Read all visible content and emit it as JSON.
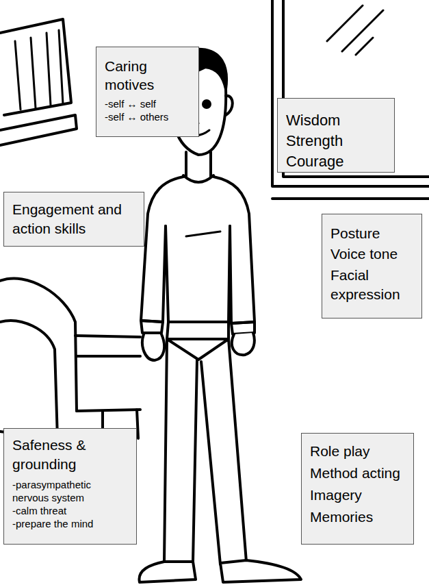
{
  "diagram": {
    "nodes": [
      {
        "text": [
          "Caring motives",
          "-self ↔ self",
          "-self ↔ others"
        ]
      },
      {
        "text": [
          "Wisdom",
          "Strength",
          "Courage"
        ]
      },
      {
        "text": [
          "Engagement and action skills"
        ]
      },
      {
        "text": [
          "Posture",
          "Voice tone",
          "Facial expression"
        ]
      },
      {
        "text": [
          "Safeness & grounding",
          "-parasympathetic nervous system",
          "-calm threat",
          "-prepare the mind"
        ]
      },
      {
        "text": [
          "Role play",
          "Method acting",
          "Imagery",
          "Memories"
        ]
      }
    ]
  }
}
